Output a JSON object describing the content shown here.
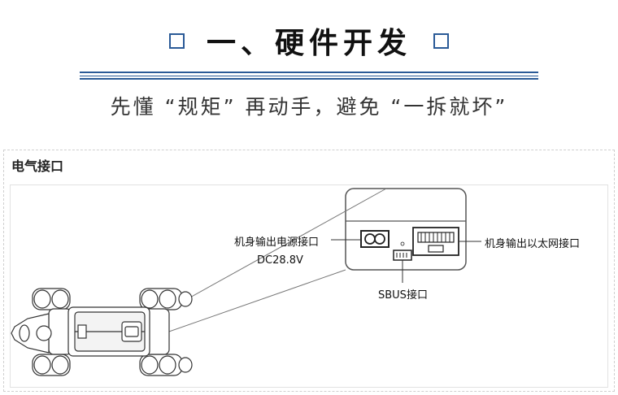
{
  "header": {
    "title": "一、硬件开发",
    "subtitle": "先懂 “规矩” 再动手，避免 “一拆就坏”",
    "accent_color": "#2a5a97"
  },
  "section": {
    "title": "电气接口"
  },
  "diagram": {
    "labels": {
      "power": "机身输出电源接口",
      "power_spec": "DC28.8V",
      "ethernet": "机身输出以太网接口",
      "sbus": "SBUS接口"
    }
  }
}
